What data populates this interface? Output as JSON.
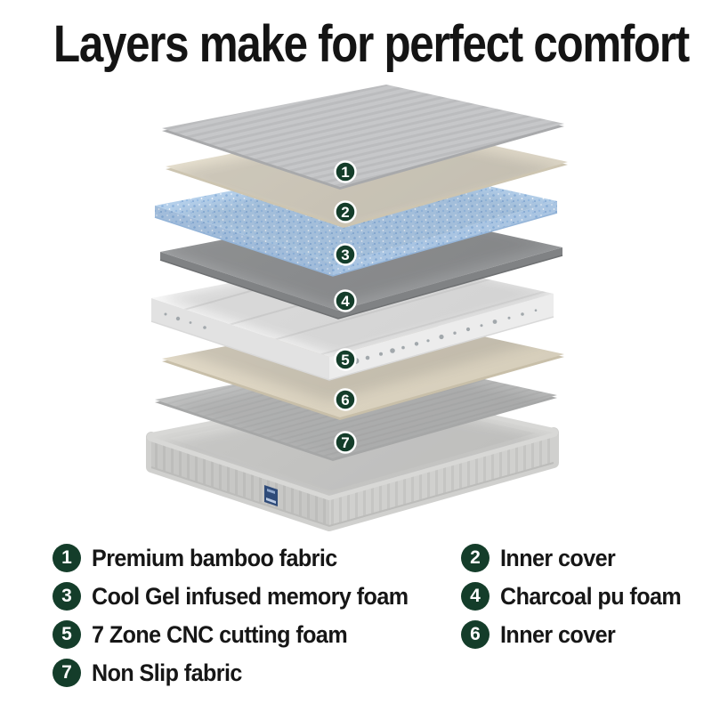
{
  "title": "Layers make for perfect comfort",
  "layers": [
    {
      "num": "1",
      "label": "Premium bamboo fabric"
    },
    {
      "num": "2",
      "label": "Inner cover"
    },
    {
      "num": "3",
      "label": "Cool Gel infused memory foam"
    },
    {
      "num": "4",
      "label": "Charcoal pu foam"
    },
    {
      "num": "5",
      "label": "7 Zone CNC cutting foam"
    },
    {
      "num": "6",
      "label": "Inner cover"
    },
    {
      "num": "7",
      "label": "Non Slip fabric"
    }
  ],
  "colors": {
    "badge_green": "#143d2a",
    "title_text": "#141414",
    "layer1_bamboo_fabric": "#c5c6c8",
    "layer2_inner_cover": "#e7e0cf",
    "layer3_cool_gel": "#b6d1ec",
    "layer4_charcoal_foam": "#9d9fa1",
    "layer5_cnc_foam": "#f5f5f5",
    "layer6_inner_cover": "#e0d8c6",
    "layer7_non_slip": "#c1c2c2",
    "mattress_body": "#d8d8d6",
    "brand_tag": "#2f4b79"
  }
}
